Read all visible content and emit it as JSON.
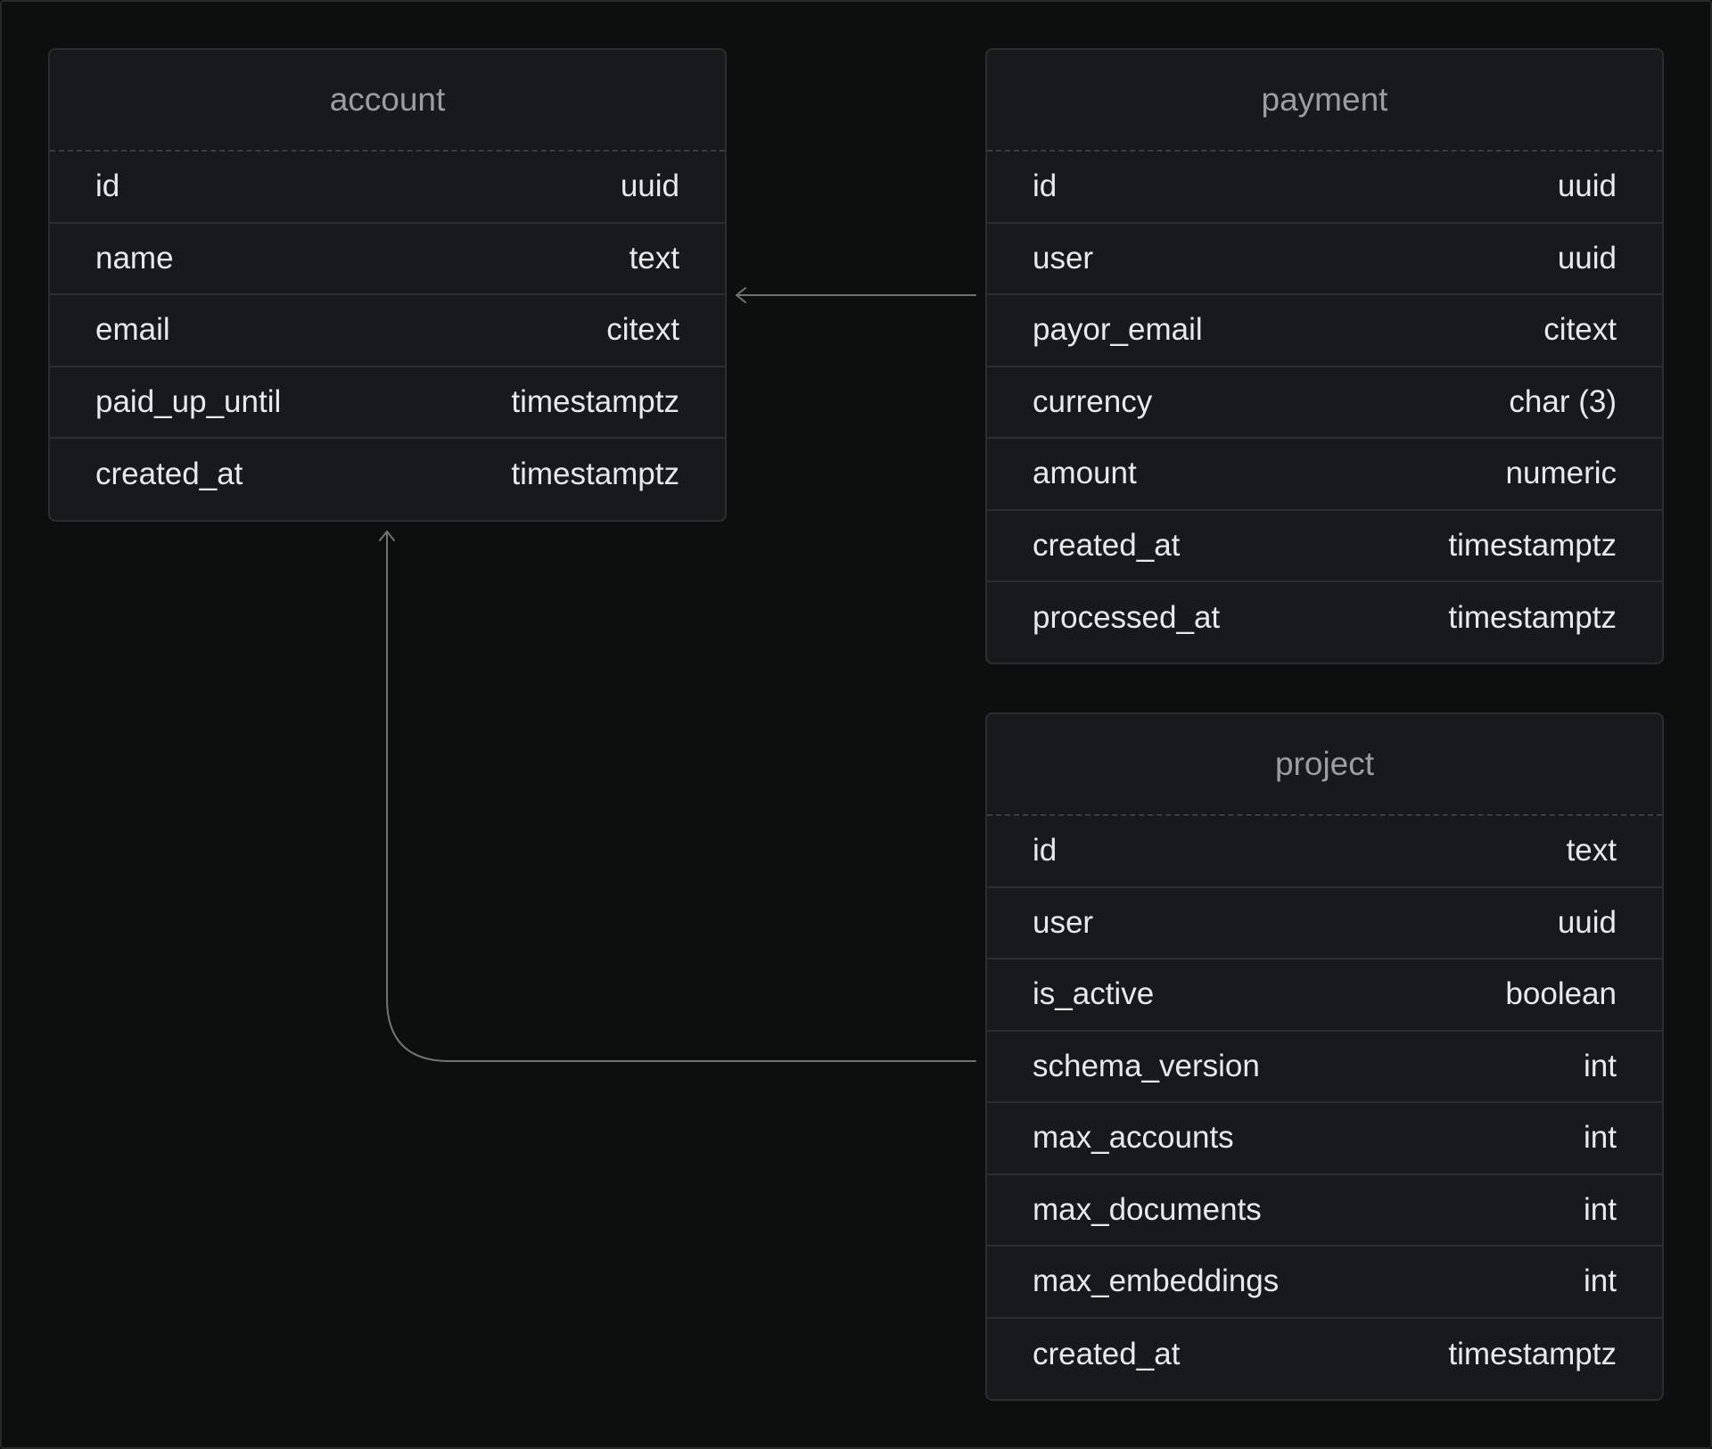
{
  "tables": {
    "account": {
      "name": "account",
      "rows": [
        {
          "column": "id",
          "type": "uuid"
        },
        {
          "column": "name",
          "type": "text"
        },
        {
          "column": "email",
          "type": "citext"
        },
        {
          "column": "paid_up_until",
          "type": "timestamptz"
        },
        {
          "column": "created_at",
          "type": "timestamptz"
        }
      ]
    },
    "payment": {
      "name": "payment",
      "rows": [
        {
          "column": "id",
          "type": "uuid"
        },
        {
          "column": "user",
          "type": "uuid"
        },
        {
          "column": "payor_email",
          "type": "citext"
        },
        {
          "column": "currency",
          "type": "char (3)"
        },
        {
          "column": "amount",
          "type": "numeric"
        },
        {
          "column": "created_at",
          "type": "timestamptz"
        },
        {
          "column": "processed_at",
          "type": "timestamptz"
        }
      ]
    },
    "project": {
      "name": "project",
      "rows": [
        {
          "column": "id",
          "type": "text"
        },
        {
          "column": "user",
          "type": "uuid"
        },
        {
          "column": "is_active",
          "type": "boolean"
        },
        {
          "column": "schema_version",
          "type": "int"
        },
        {
          "column": "max_accounts",
          "type": "int"
        },
        {
          "column": "max_documents",
          "type": "int"
        },
        {
          "column": "max_embeddings",
          "type": "int"
        },
        {
          "column": "created_at",
          "type": "timestamptz"
        }
      ]
    }
  },
  "colors": {
    "background": "#0d0f0f",
    "table_background": "#18191b",
    "border": "#2b2d30",
    "header_text": "#9b9da1",
    "row_text": "#e8e9ea",
    "connector": "#707274"
  }
}
